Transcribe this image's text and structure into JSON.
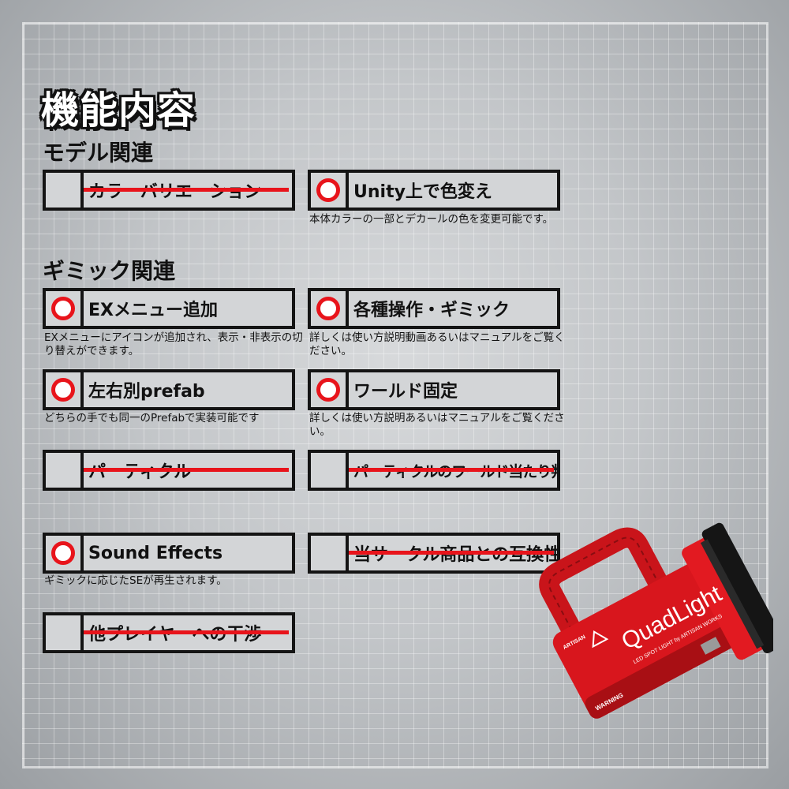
{
  "title": "機能内容",
  "sections": {
    "model": "モデル関連",
    "gimmick": "ギミック関連"
  },
  "features": {
    "color_variation": {
      "label": "カラーバリエーション",
      "available": false
    },
    "unity_color": {
      "label": "Unity上で色変え",
      "available": true,
      "desc": "本体カラーの一部とデカールの色を変更可能です。"
    },
    "ex_menu": {
      "label": "EXメニュー追加",
      "available": true,
      "desc": "EXメニューにアイコンが追加され、表示・非表示の切り替えができます。"
    },
    "gimmick_ops": {
      "label": "各種操作・ギミック",
      "available": true,
      "desc": "詳しくは使い方説明動画あるいはマニュアルをご覧ください。"
    },
    "lr_prefab": {
      "label": "左右別prefab",
      "available": true,
      "desc": "どちらの手でも同一のPrefabで実装可能です"
    },
    "world_fixed": {
      "label": "ワールド固定",
      "available": true,
      "desc": "詳しくは使い方説明あるいはマニュアルをご覧ください。"
    },
    "particle": {
      "label": "パーティクル",
      "available": false
    },
    "particle_world_hit": {
      "label": "パーティクルのワールド当たり判定",
      "available": false
    },
    "sound_effects": {
      "label": "Sound Effects",
      "available": true,
      "desc": "ギミックに応じたSEが再生されます。"
    },
    "compat": {
      "label": "当サークル商品との互換性",
      "available": false
    },
    "player_interference": {
      "label": "他プレイヤーへの干渉",
      "available": false
    }
  },
  "product": {
    "name": "QuadLight",
    "warning": "WARNING",
    "brand": "ARTISAN",
    "small_print": "LED SPOT LIGHT by ARTISAN WORKS"
  },
  "colors": {
    "accent_red": "#e8141b",
    "border": "#141414"
  }
}
